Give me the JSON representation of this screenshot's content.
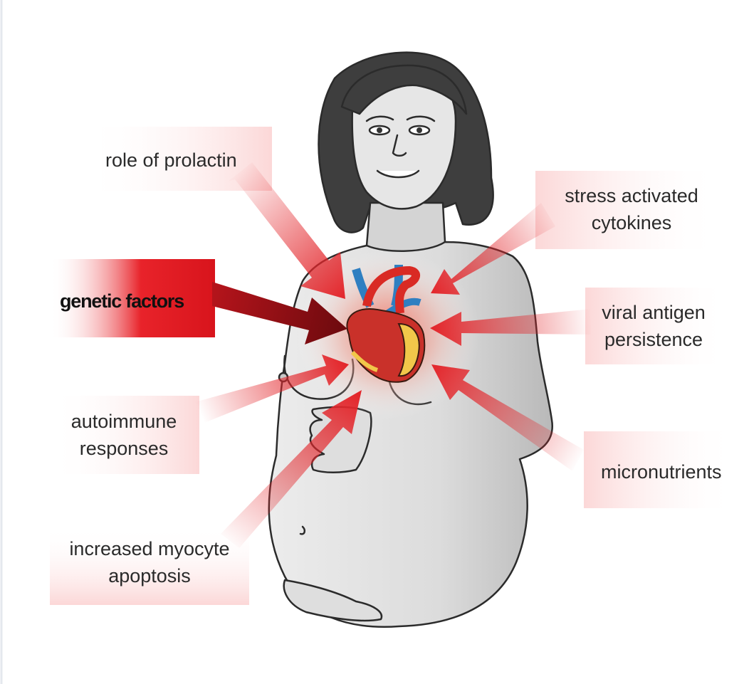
{
  "diagram": {
    "labels": {
      "role_of_prolactin": "role of prolactin",
      "stress_line1": "stress activated",
      "stress_line2": "cytokines",
      "genetic_factors": "genetic factors",
      "viral_line1": "viral antigen",
      "viral_line2": "persistence",
      "autoimmune_line1": "autoimmune",
      "autoimmune_line2": "responses",
      "micronutrients": "micronutrients",
      "myocyte_line1": "increased myocyte",
      "myocyte_line2": "apoptosis"
    }
  },
  "colors": {
    "arrow_red": "#e3262b",
    "genetic_dark_red": "#8e0d12",
    "label_box_tint": "#fde3e3",
    "skin_gray": "#d9d9d9",
    "hair": "#3e3e3e",
    "outline": "#2b2b2b"
  }
}
